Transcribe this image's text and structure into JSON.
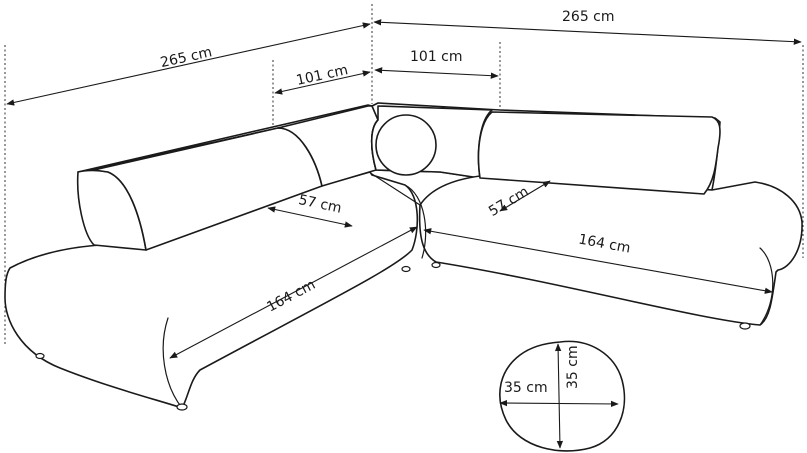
{
  "colors": {
    "line": "#1a1a1a",
    "background": "#ffffff"
  },
  "dimensions": {
    "overall_width_left": "265 cm",
    "overall_width_right": "265 cm",
    "corner_depth_left": "101 cm",
    "corner_depth_right": "101 cm",
    "seat_depth_left": "57 cm",
    "seat_depth_right": "57 cm",
    "seat_length_left": "164 cm",
    "seat_length_right": "164 cm",
    "cushion_width": "35 cm",
    "cushion_height": "35 cm"
  }
}
